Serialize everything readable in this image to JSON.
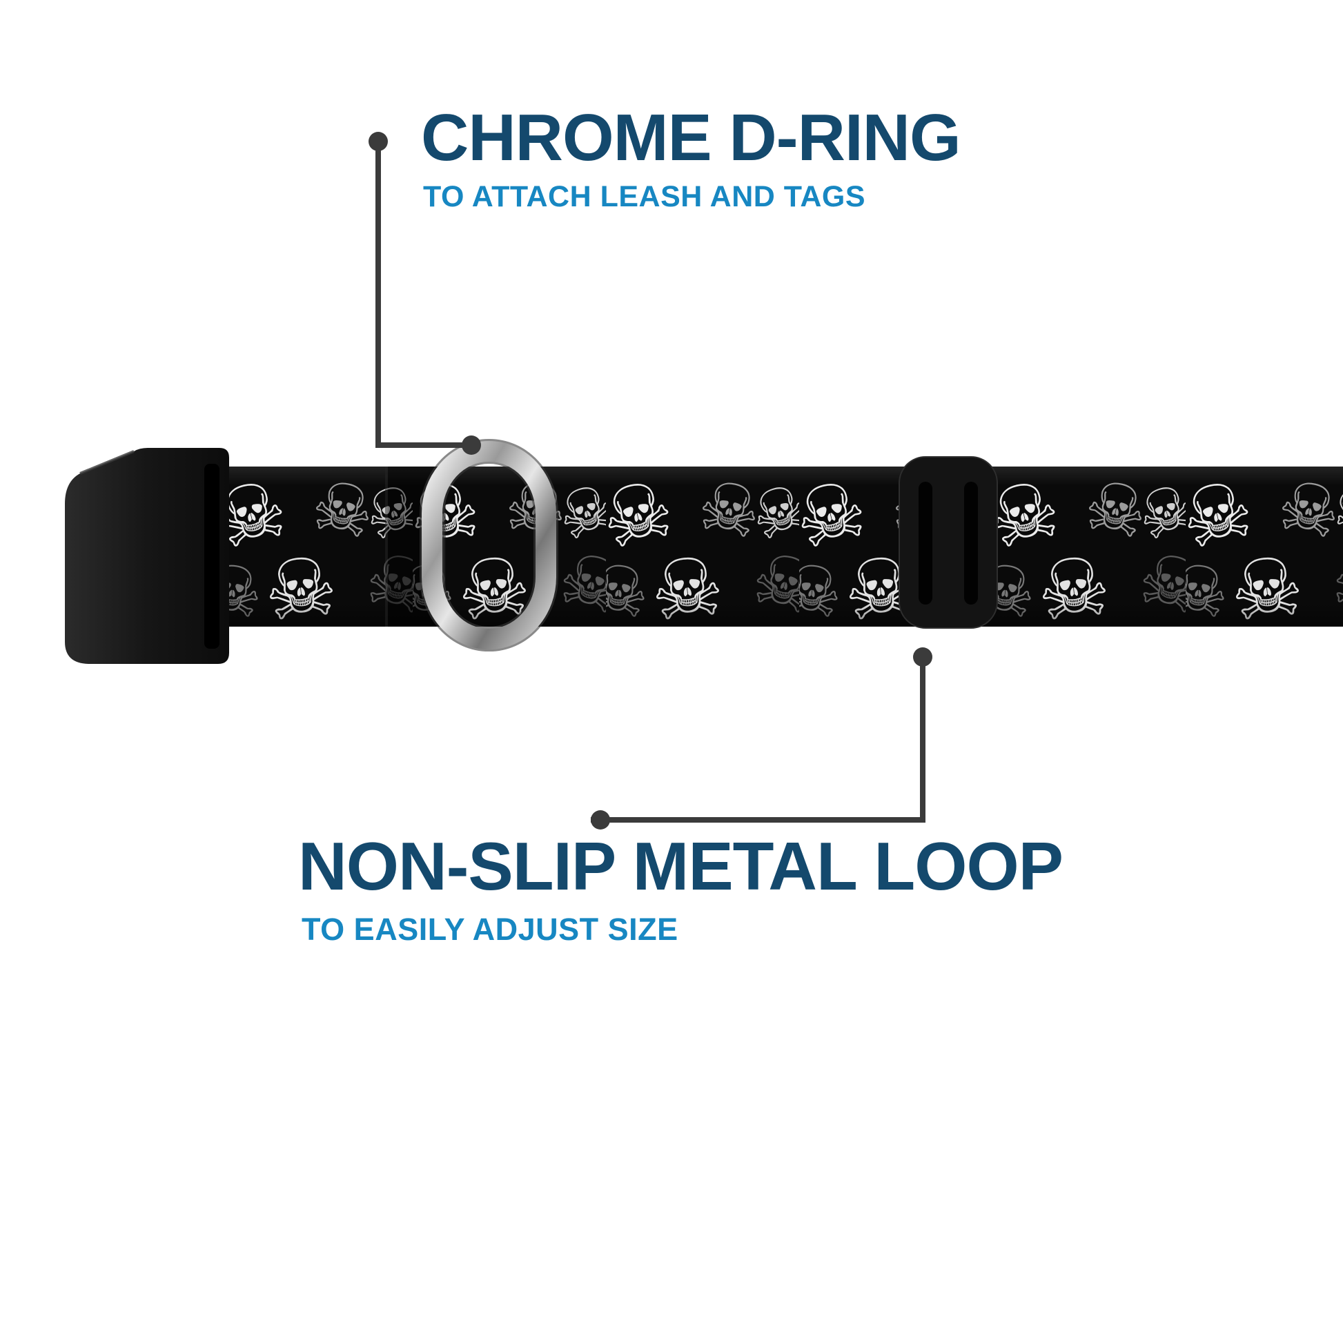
{
  "page": {
    "background": "#ffffff"
  },
  "callouts": {
    "top": {
      "title": "CHROME D-RING",
      "subtitle": "TO ATTACH LEASH AND TAGS"
    },
    "bottom": {
      "title": "NON-SLIP METAL LOOP",
      "subtitle": "TO EASILY ADJUST SIZE"
    }
  },
  "colors": {
    "title_text": "#14496d",
    "subtitle_text": "#1787c2",
    "callout_line": "#3b3b3b",
    "strap_background": "#0a0a0a",
    "buckle_black": "#141414",
    "chrome_silver": "#c9c9c9"
  },
  "collar": {
    "skull_glyph": "☠"
  }
}
